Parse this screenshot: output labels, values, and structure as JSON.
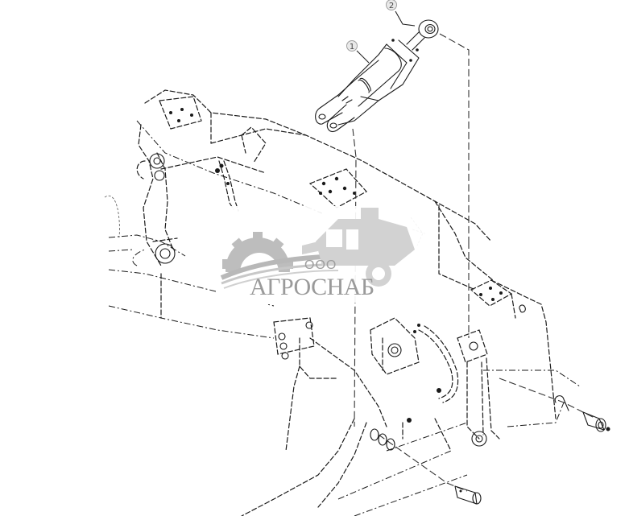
{
  "diagram": {
    "type": "exploded-parts-diagram",
    "subject": "hydraulic cylinder mounted on frame",
    "callouts": [
      {
        "id": "1",
        "label": "1",
        "part": "hydraulic-cylinder"
      },
      {
        "id": "2",
        "label": "2",
        "part": "rod-end-eye"
      }
    ]
  },
  "watermark": {
    "prefix": "ООО",
    "name": "АГРОСНАБ",
    "icons": [
      "gear-icon",
      "combine-harvester-icon"
    ],
    "color": "#9e9e9e"
  },
  "colors": {
    "background": "#ffffff",
    "line": "#1a1a1a",
    "callout_fill": "#e9e9e9"
  }
}
